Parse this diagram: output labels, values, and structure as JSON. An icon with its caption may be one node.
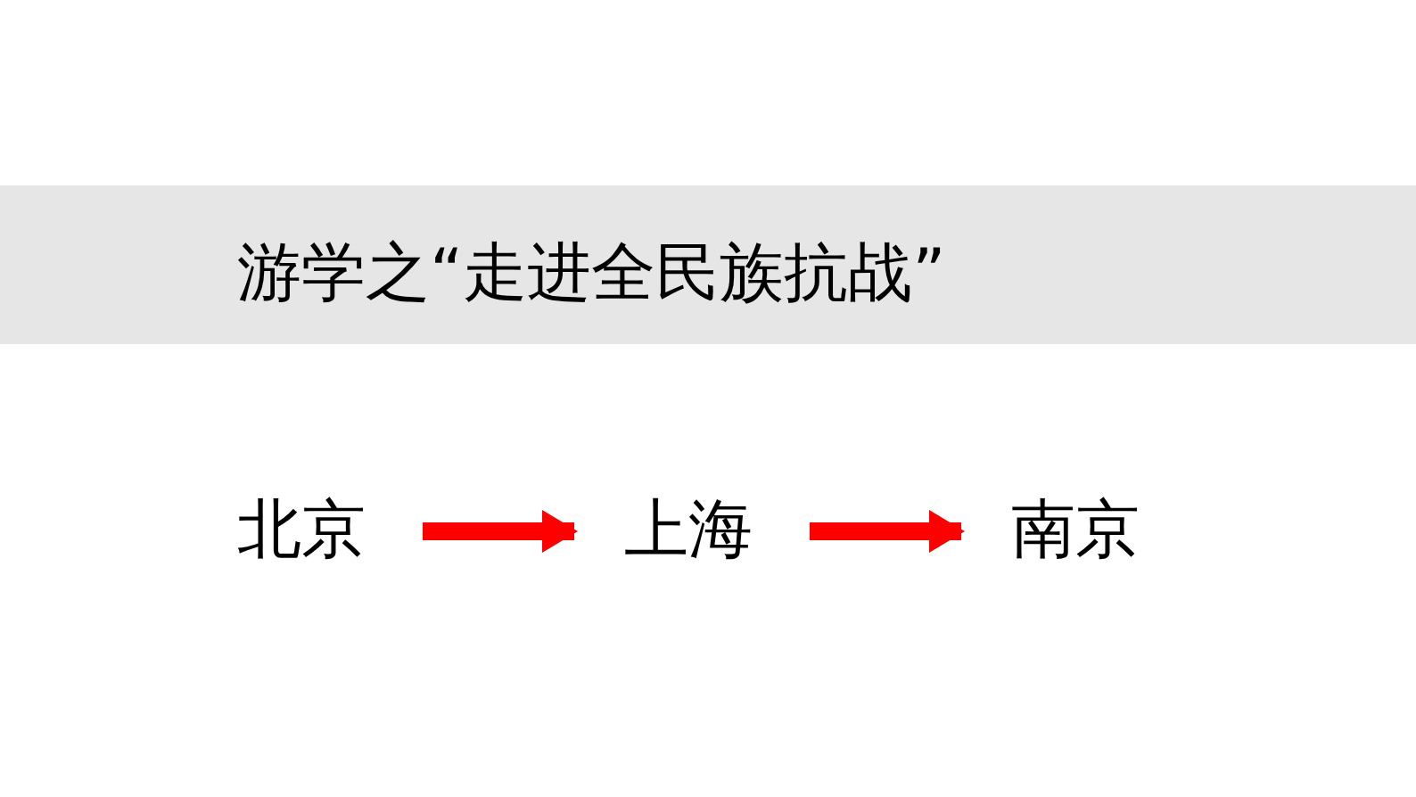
{
  "diagram": {
    "title": "游学之“走进全民族抗战”",
    "nodes": [
      {
        "text": [
          "北京"
        ]
      },
      {
        "text": [
          "上海"
        ]
      },
      {
        "text": [
          "南京"
        ]
      }
    ],
    "edges": [
      {
        "from": 0,
        "to": 1,
        "arrow": "to"
      },
      {
        "from": 1,
        "to": 2,
        "arrow": "to"
      }
    ]
  }
}
